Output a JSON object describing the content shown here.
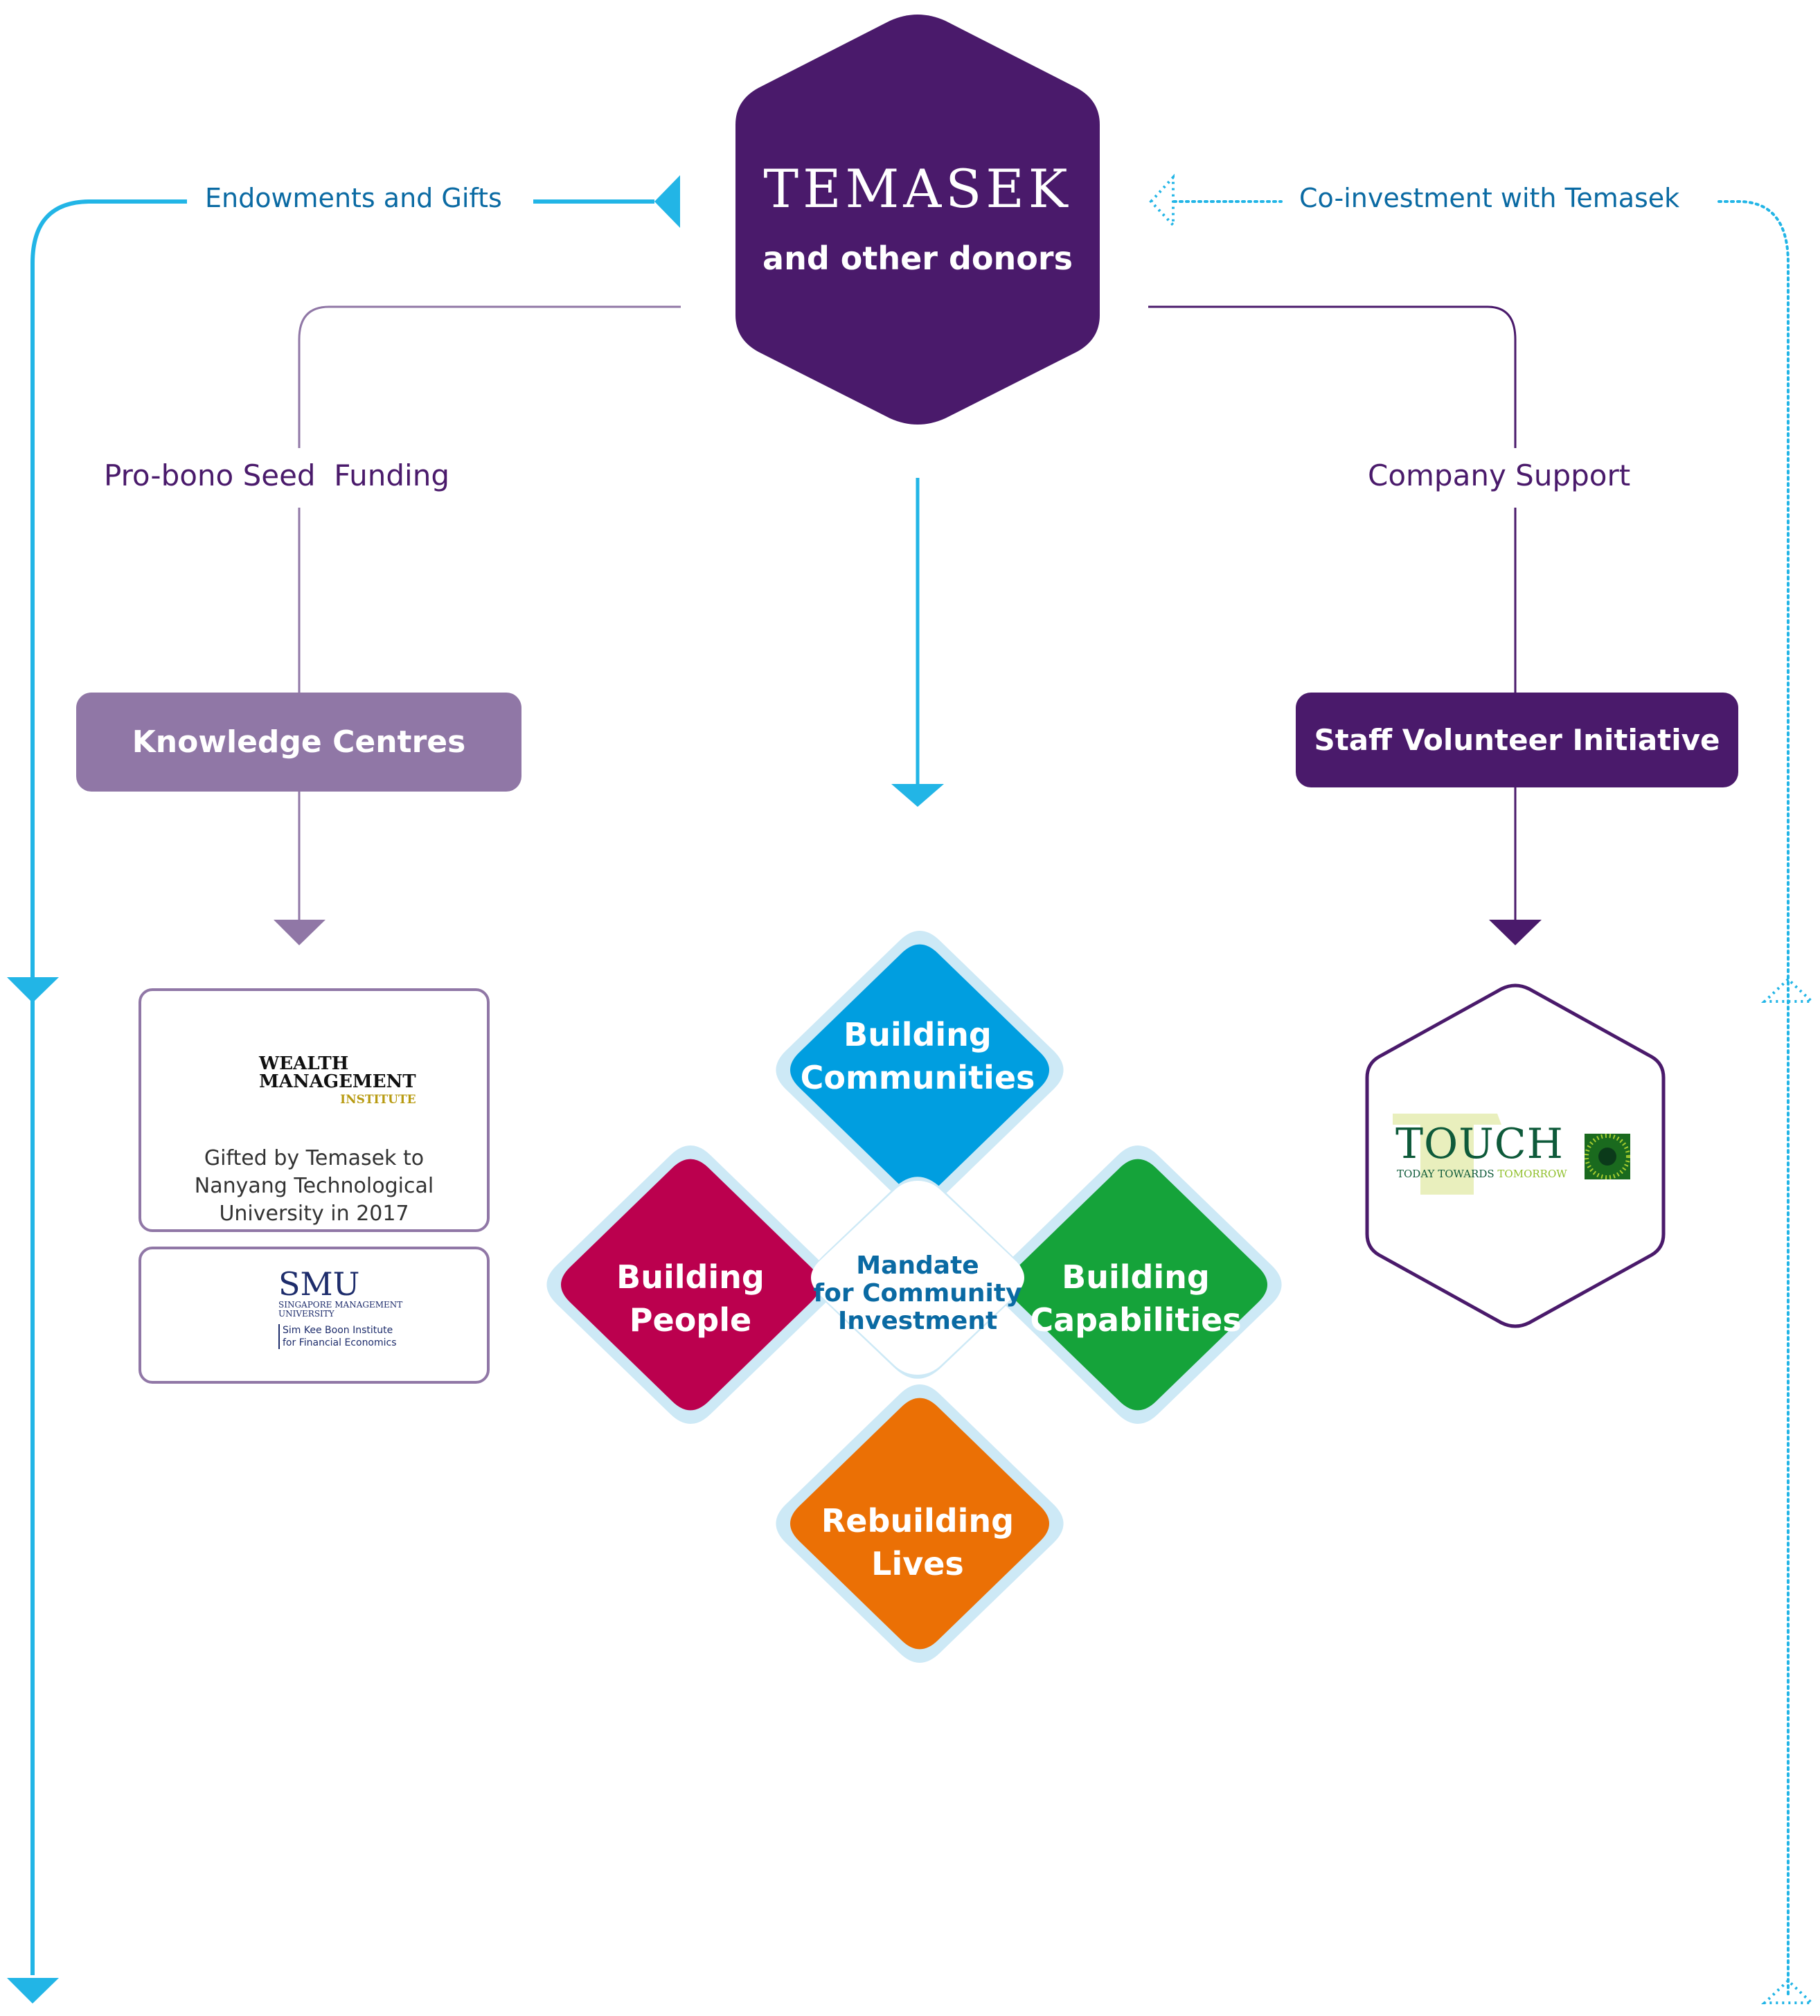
{
  "colors": {
    "temasek_purple": "#4a1a6b",
    "light_purple": "#9077a6",
    "flow_blue": "#22b5e6",
    "text_blue": "#0a6aa3",
    "petal_outline": "#cde9f6",
    "communities": "#009ee0",
    "people": "#bb004e",
    "capabilities": "#15a33a",
    "lives": "#eb7005"
  },
  "hub": {
    "title": "TEMASEK",
    "subtitle": "and other donors"
  },
  "flows": {
    "endowments": "Endowments and Gifts",
    "coinvestment": "Co-investment with Temasek",
    "probono": "Pro-bono Seed  Funding",
    "company_support": "Company Support"
  },
  "boxes": {
    "knowledge_centres": "Knowledge Centres",
    "staff_volunteer": "Staff Volunteer Initiative"
  },
  "knowledge_logos": {
    "wmi": {
      "line1": "WEALTH",
      "line2": "MANAGEMENT",
      "line3": "INSTITUTE",
      "caption": [
        "Gifted by Temasek to",
        "Nanyang Technological",
        "University in 2017"
      ]
    },
    "smu": {
      "name": "SMU",
      "full1": "SINGAPORE MANAGEMENT",
      "full2": "UNIVERSITY",
      "inst1": "Sim Kee Boon Institute",
      "inst2": "for Financial Economics"
    }
  },
  "touch_logo": {
    "name": "TOUCH",
    "tag_a": "TODAY TOWARDS",
    "tag_b": "TOMORROW"
  },
  "mandate": {
    "center": [
      "Mandate",
      "for Community",
      "Investment"
    ],
    "petals": [
      {
        "id": "communities",
        "lines": [
          "Building",
          "Communities"
        ]
      },
      {
        "id": "people",
        "lines": [
          "Building",
          "People"
        ]
      },
      {
        "id": "capabilities",
        "lines": [
          "Building",
          "Capabilities"
        ]
      },
      {
        "id": "lives",
        "lines": [
          "Rebuilding",
          "Lives"
        ]
      }
    ]
  }
}
